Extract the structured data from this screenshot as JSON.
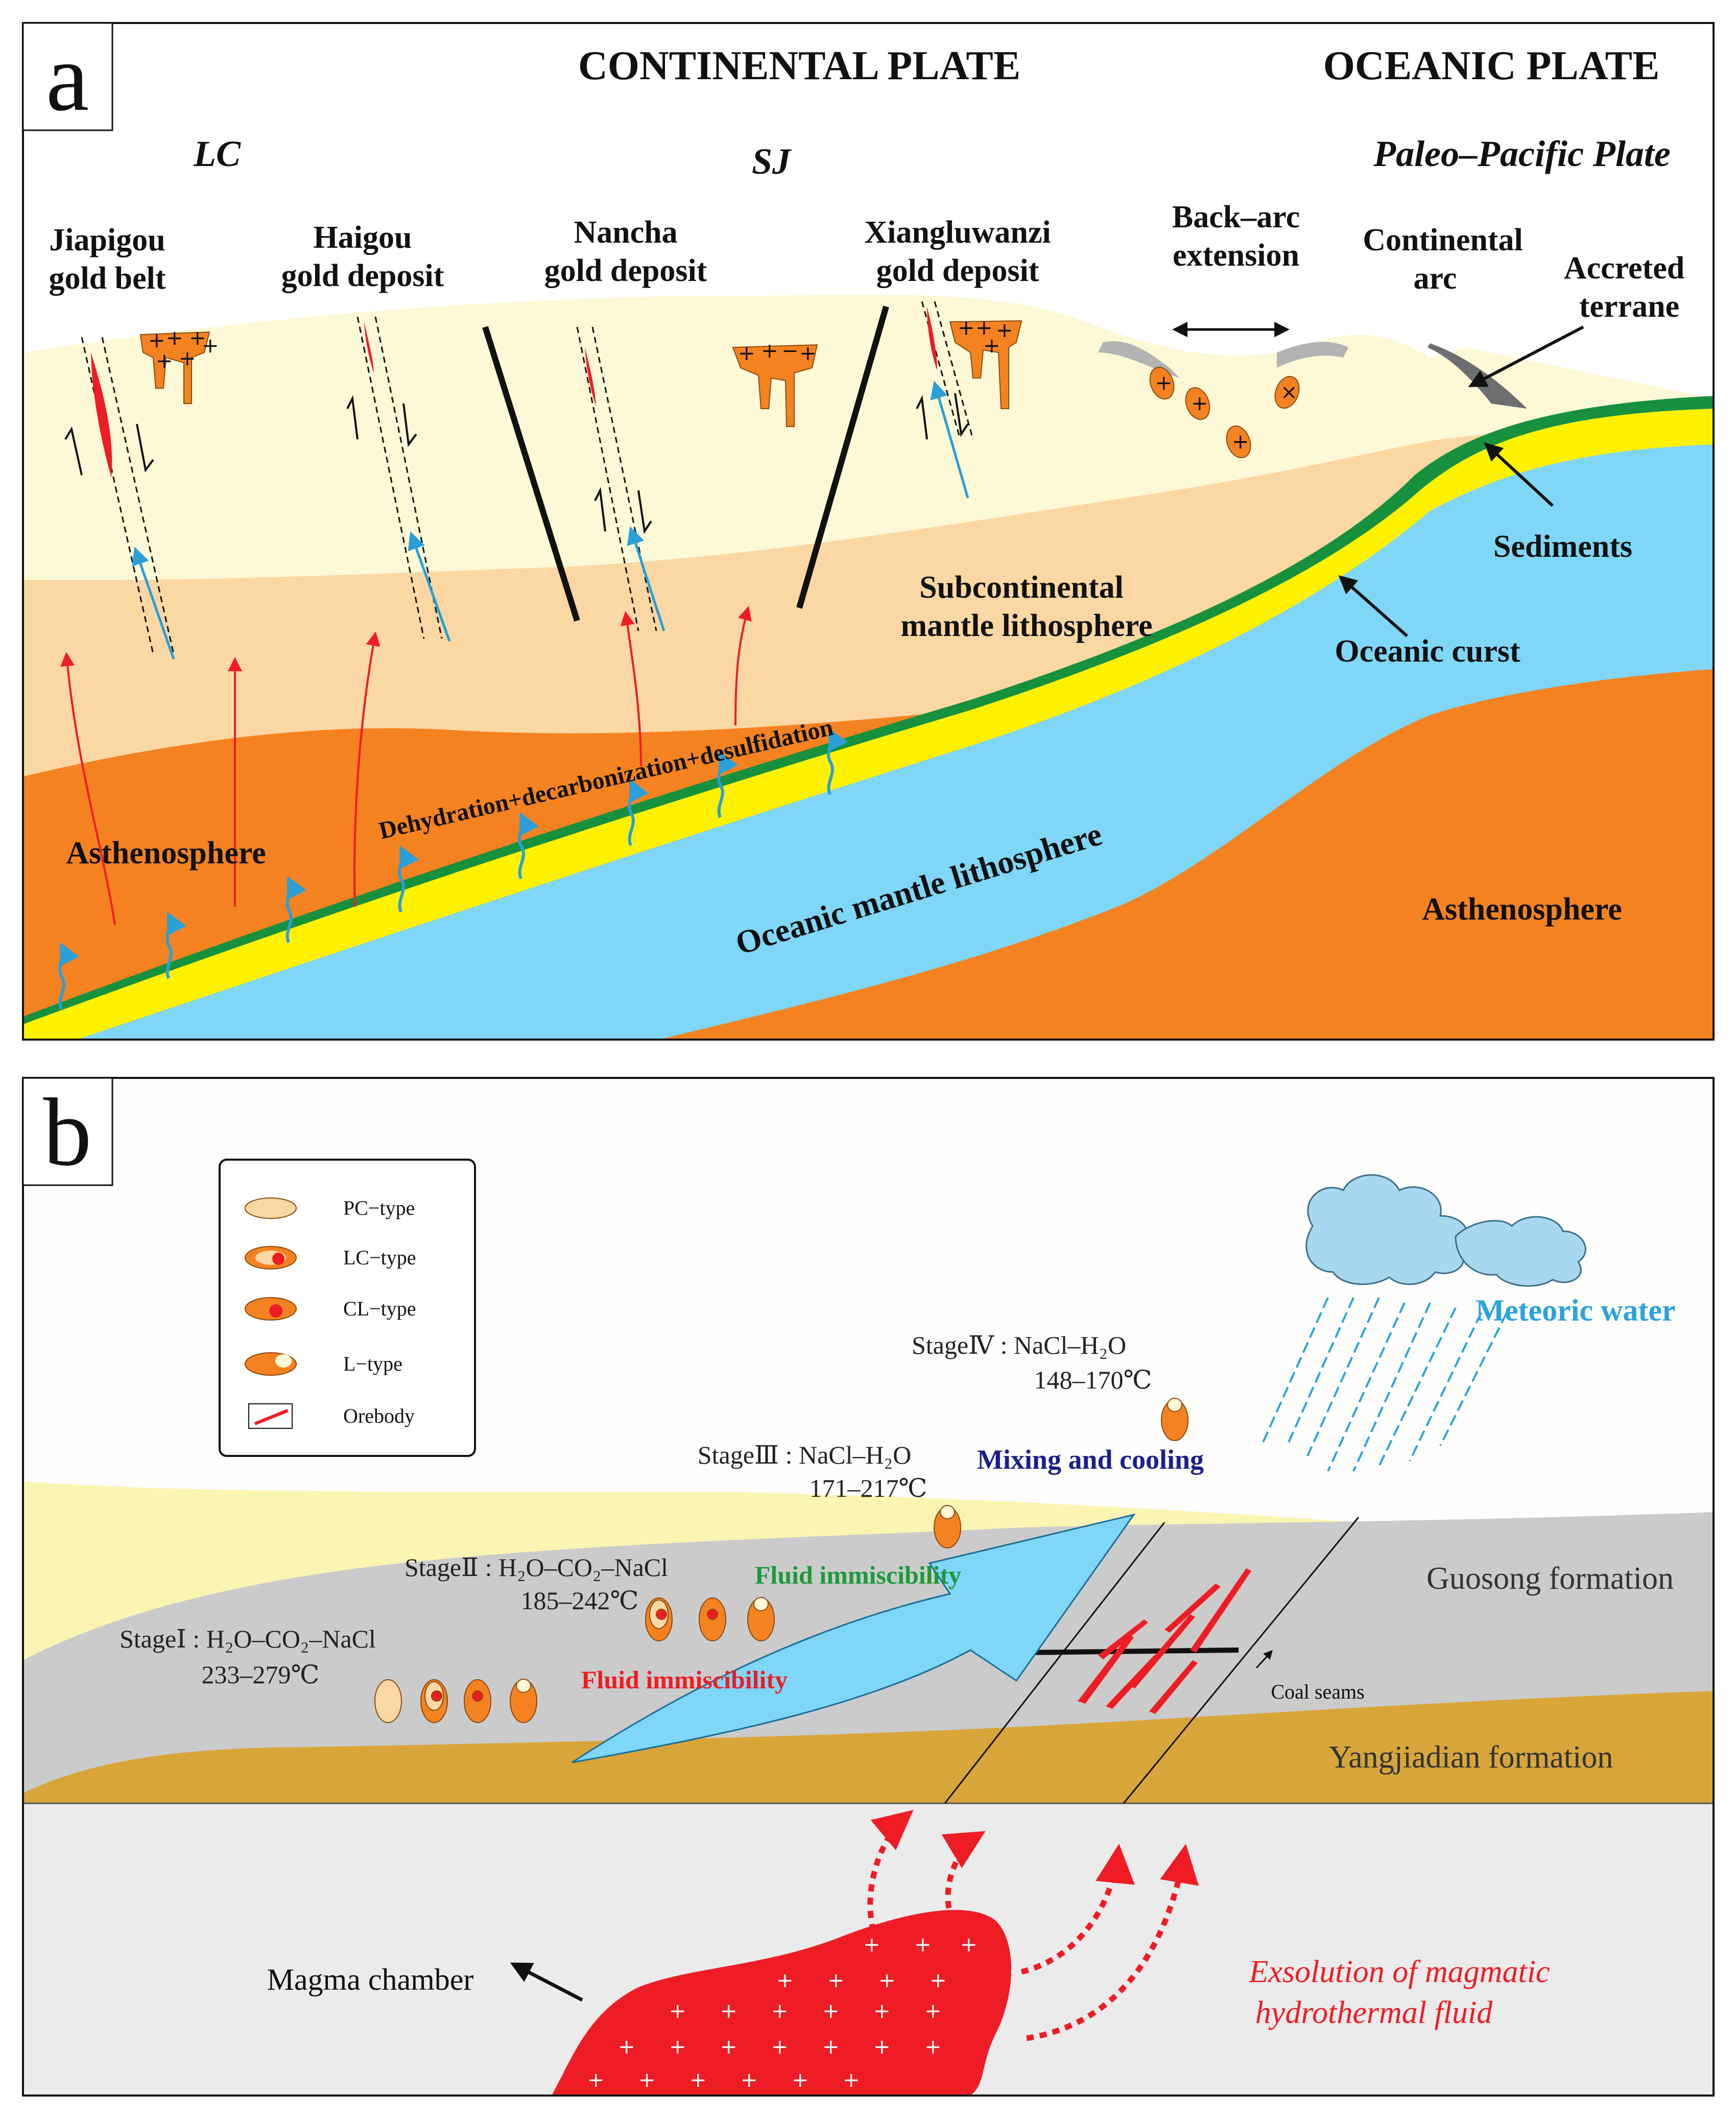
{
  "panel_a": {
    "letter": "a",
    "continental_plate": "CONTINENTAL PLATE",
    "oceanic_plate": "OCEANIC PLATE",
    "lc": "LC",
    "sj": "SJ",
    "paleo_pacific": "Paleo–Pacific Plate",
    "jiapigou": [
      "Jiapigou",
      "gold belt"
    ],
    "haigou": [
      "Haigou",
      "gold deposit"
    ],
    "nancha": [
      "Nancha",
      "gold deposit"
    ],
    "xiangluwanzi": [
      "Xiangluwanzi",
      "gold deposit"
    ],
    "back_arc": [
      "Back–arc",
      "extension"
    ],
    "continental_arc": [
      "Continental",
      "arc"
    ],
    "accreted_terrane": [
      "Accreted",
      "terrane"
    ],
    "sediments": "Sediments",
    "subcontinental": [
      "Subcontinental",
      "mantle lithosphere"
    ],
    "oceanic_crust": "Oceanic curst",
    "dehydration": "Dehydration+decarbonization+desulfidation",
    "asthenosphere_left": "Asthenosphere",
    "oceanic_mantle": "Oceanic mantle lithosphere",
    "asthenosphere_right": "Asthenosphere"
  },
  "panel_b": {
    "letter": "b",
    "legend": {
      "items": [
        {
          "label": "PC−type"
        },
        {
          "label": "LC−type"
        },
        {
          "label": "CL−type"
        },
        {
          "label": "L−type"
        },
        {
          "label": "Orebody"
        }
      ]
    },
    "meteoric_water": "Meteoric water",
    "stage4": [
      "StageⅣ : NaCl–H₂O",
      "148–170℃"
    ],
    "stage3": [
      "StageⅢ : NaCl–H₂O",
      "171–217℃"
    ],
    "stage2": [
      "StageⅡ : H₂O–CO₂–NaCl",
      "185–242℃"
    ],
    "stage1": [
      "StageⅠ : H₂O–CO₂–NaCl",
      "233–279℃"
    ],
    "mixing_cooling": "Mixing and cooling",
    "fluid_immiscibility_green": "Fluid immiscibility",
    "fluid_immiscibility_red": "Fluid immiscibility",
    "guosong": "Guosong formation",
    "coal_seams": "Coal seams",
    "yangjiadian": "Yangjiadian formation",
    "magma_chamber": "Magma chamber",
    "exsolution": [
      "Exsolution of magmatic",
      "hydrothermal fluid"
    ]
  },
  "colors": {
    "pale_yellow": "#fdf8d6",
    "peach": "#fbd7a3",
    "orange": "#f58220",
    "green": "#17913e",
    "yellow": "#fff200",
    "blue": "#7fd6f6",
    "gray": "#cbcbcb",
    "brown": "#d8a53b",
    "red": "#ee1c25",
    "light_blue_text": "#2aa3dc",
    "navy_text": "#1b1f8a",
    "green_text": "#1c9a3c"
  }
}
